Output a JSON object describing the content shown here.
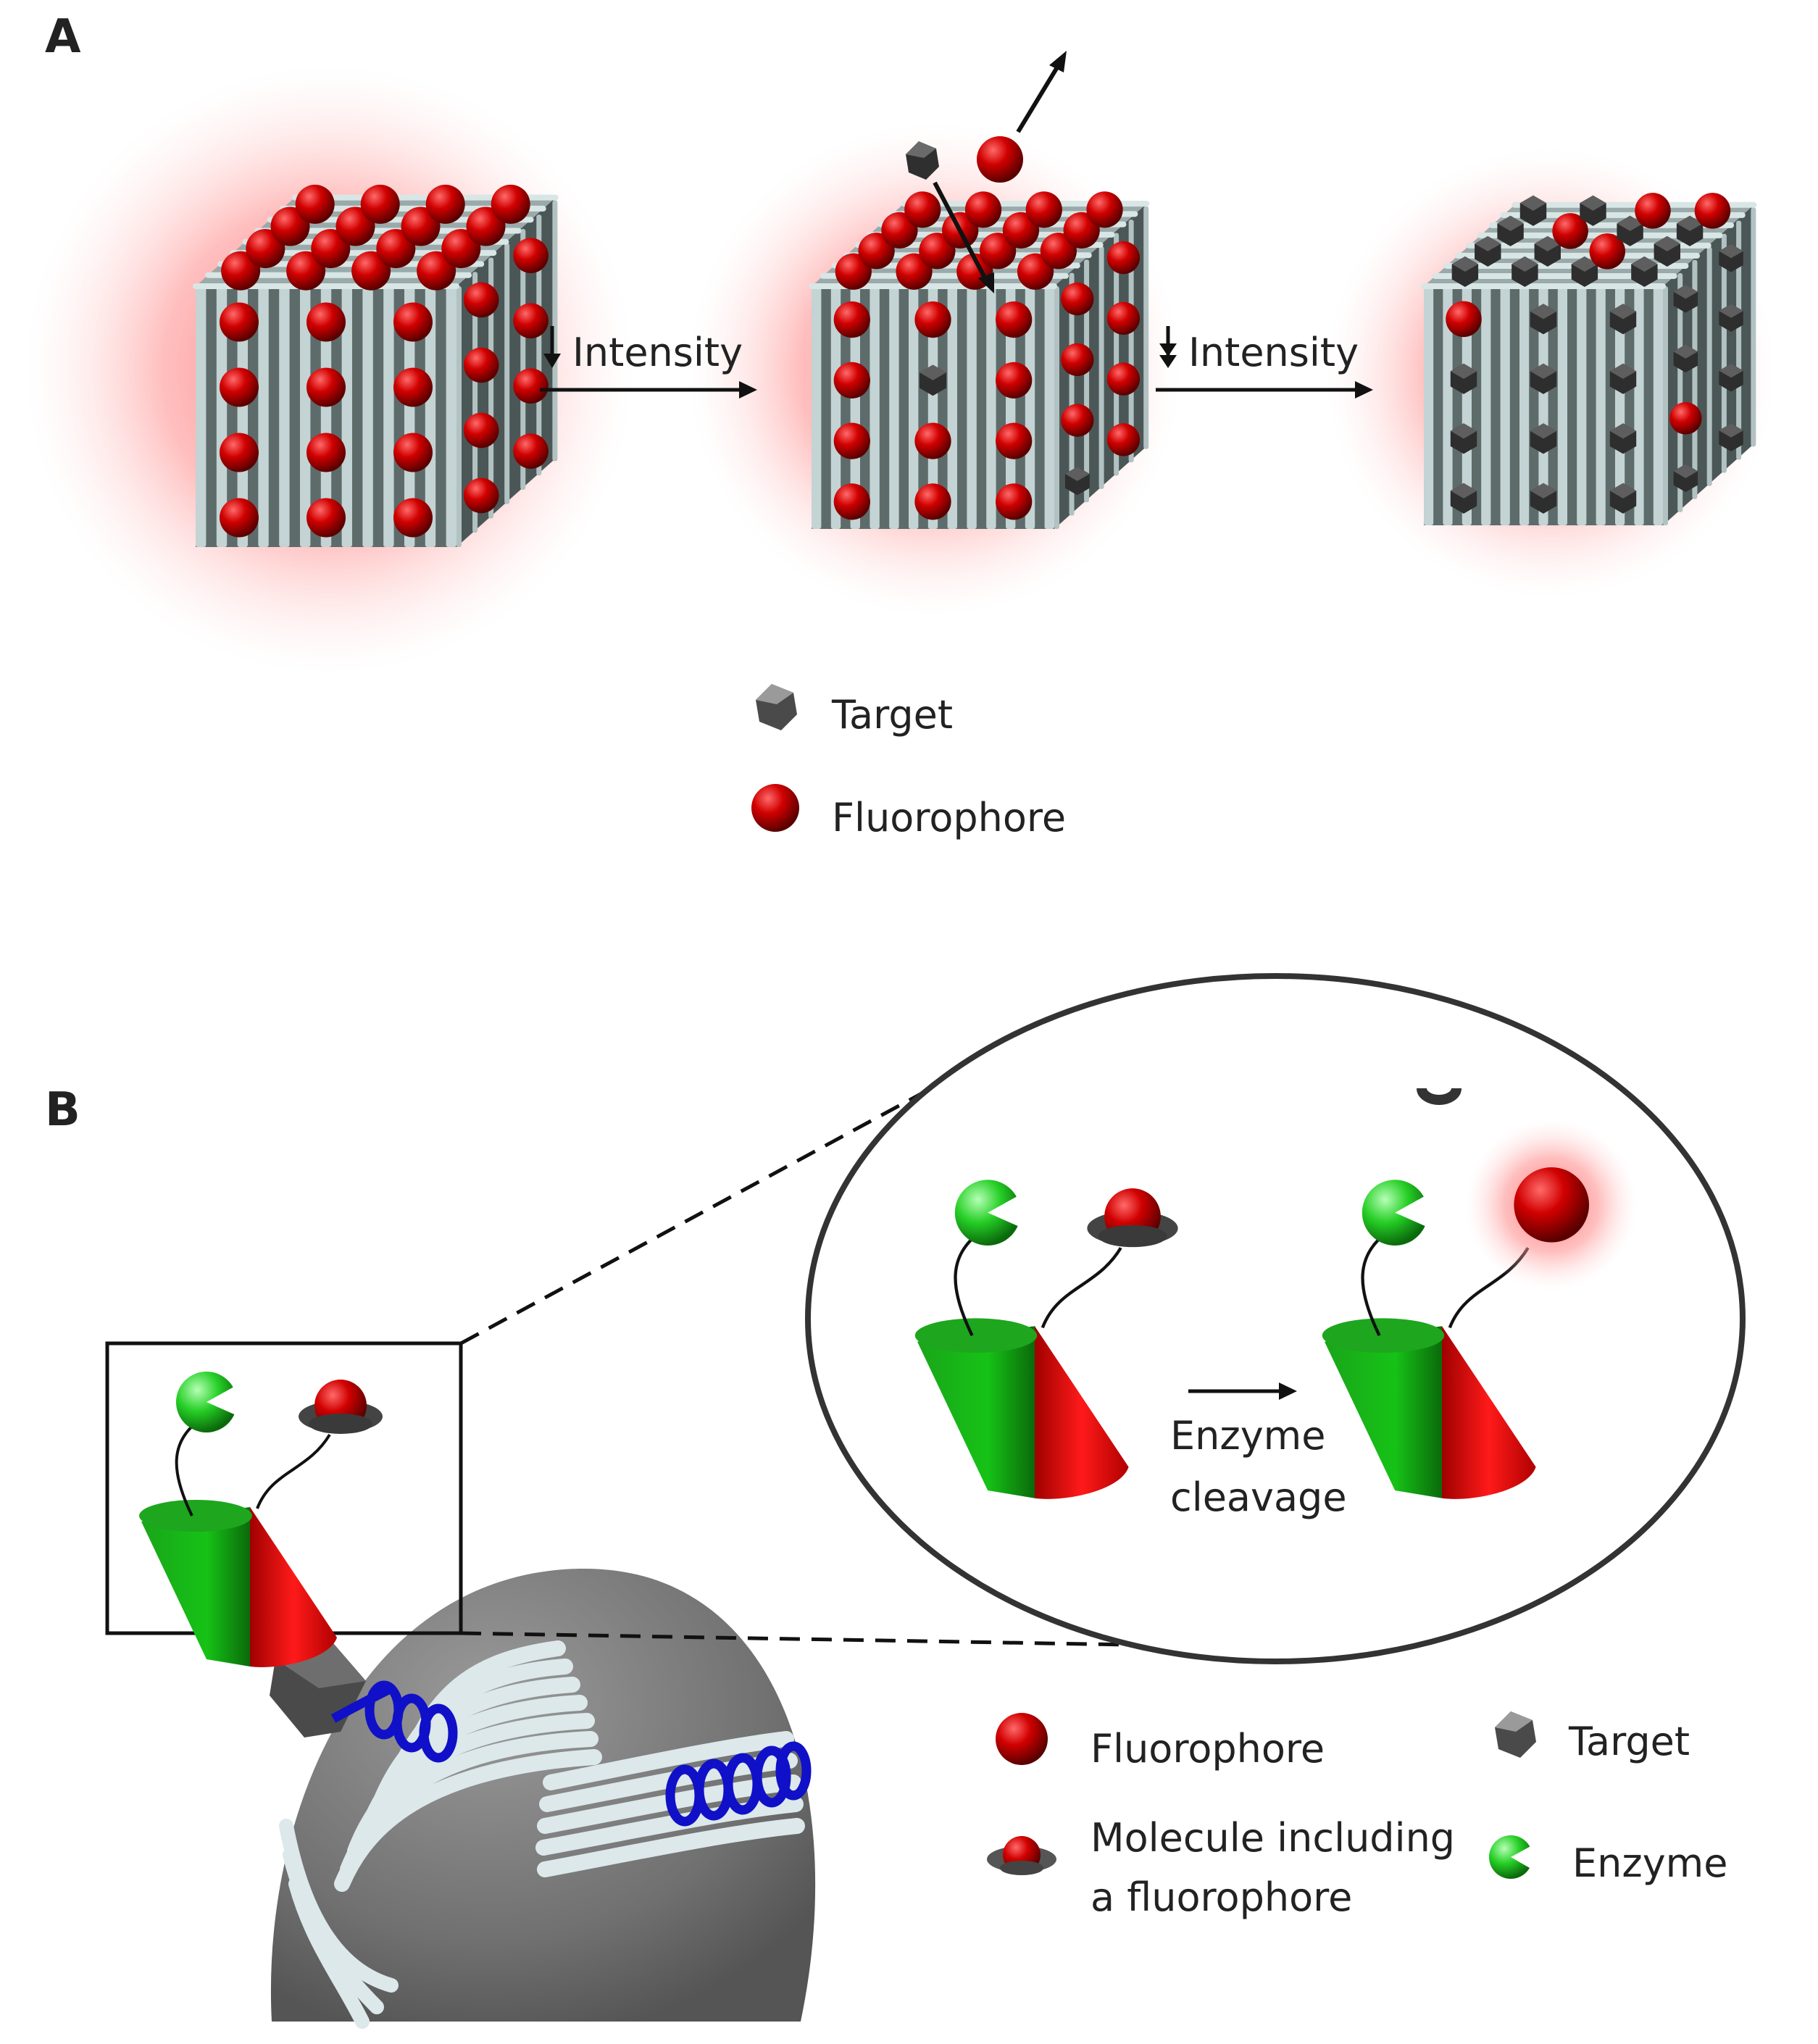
{
  "panel_a": {
    "letter": "A",
    "arrow1_label": "Intensity",
    "arrow2_label": "Intensity",
    "legend": [
      {
        "icon": "target-hexagon-icon",
        "label": "Target"
      },
      {
        "icon": "fluorophore-sphere-icon",
        "label": "Fluorophore"
      }
    ]
  },
  "panel_b": {
    "letter": "B",
    "step_label_line1": "Enzyme",
    "step_label_line2": "cleavage",
    "legend": {
      "fluorophore": "Fluorophore",
      "target": "Target",
      "molecule_line1": "Molecule including",
      "molecule_line2": "a fluorophore",
      "enzyme": "Enzyme"
    }
  },
  "colors": {
    "fluorophore_red": "#cc0000",
    "glow_red": "#ff6b6b",
    "target_gray": "#3a3a3a",
    "enzyme_green": "#22c322",
    "scaffold_blue_gray": "#b9c9c9",
    "coil_blue": "#1010c8",
    "cell_gray": "#7a7a7a"
  }
}
